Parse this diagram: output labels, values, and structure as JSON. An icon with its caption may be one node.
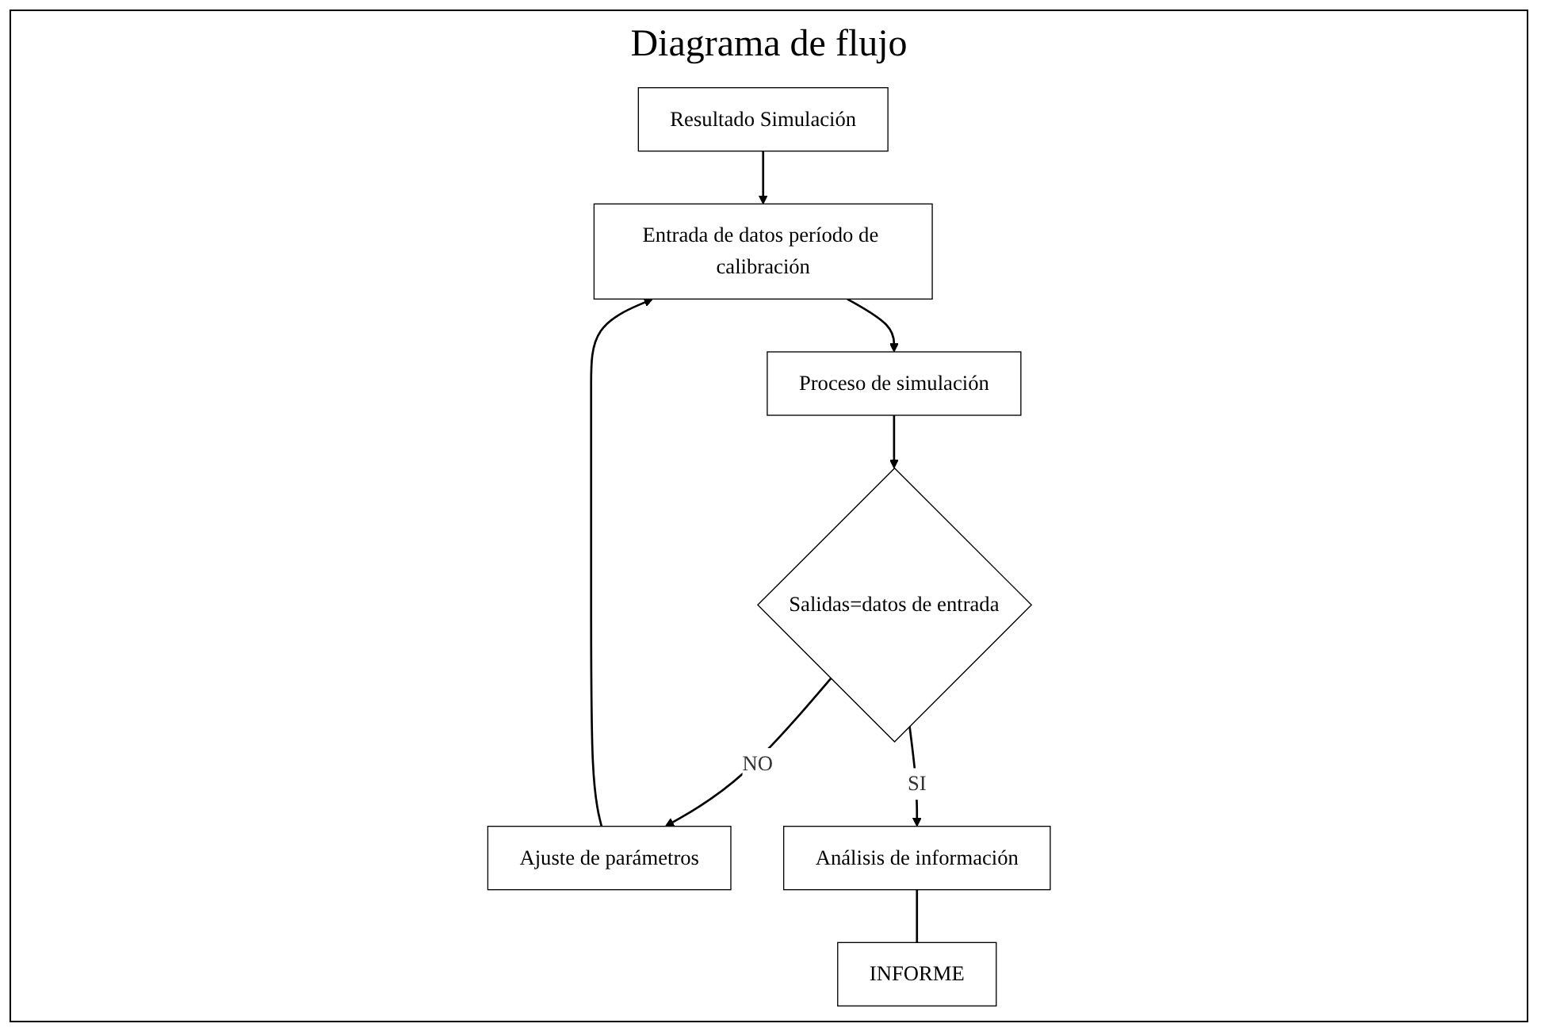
{
  "diagram": {
    "title": "Diagrama de flujo",
    "nodes": [
      {
        "text": [
          "Resultado Simulación"
        ]
      },
      {
        "text": [
          "Entrada de datos período de calibración"
        ]
      },
      {
        "text": [
          "Proceso de simulación"
        ]
      },
      {
        "text": [
          "Salidas=datos de entrada"
        ]
      },
      {
        "text": [
          "Ajuste de parámetros"
        ]
      },
      {
        "text": [
          "Análisis de información"
        ]
      },
      {
        "text": [
          "INFORME"
        ]
      }
    ],
    "edges": [
      {
        "from": 0,
        "to": 1,
        "arrow": "to"
      },
      {
        "from": 1,
        "to": 2,
        "arrow": "to"
      },
      {
        "from": 2,
        "to": 3,
        "arrow": "to"
      },
      {
        "from": 3,
        "to": 4,
        "arrow": "to",
        "label": "NO"
      },
      {
        "from": 4,
        "to": 1,
        "arrow": "to"
      },
      {
        "from": 3,
        "to": 5,
        "arrow": "to",
        "label": "SI"
      },
      {
        "from": 5,
        "to": 6,
        "arrow": "none"
      }
    ]
  }
}
